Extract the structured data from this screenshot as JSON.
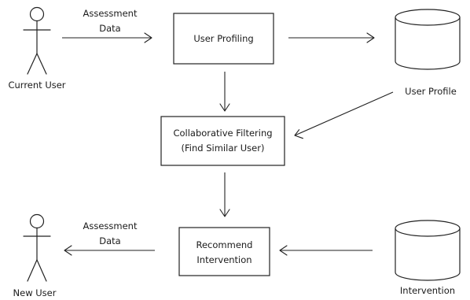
{
  "actors": {
    "current_user": "Current User",
    "new_user": "New User"
  },
  "processes": {
    "user_profiling": "User Profiling",
    "collaborative_filtering_line1": "Collaborative Filtering",
    "collaborative_filtering_line2": "(Find Similar User)",
    "recommend_line1": "Recommend",
    "recommend_line2": "Intervention"
  },
  "data_stores": {
    "user_profile": "User Profile",
    "intervention": "Intervention"
  },
  "flows": {
    "assessment_top_line1": "Assessment",
    "assessment_top_line2": "Data",
    "assessment_bottom_line1": "Assessment",
    "assessment_bottom_line2": "Data"
  }
}
